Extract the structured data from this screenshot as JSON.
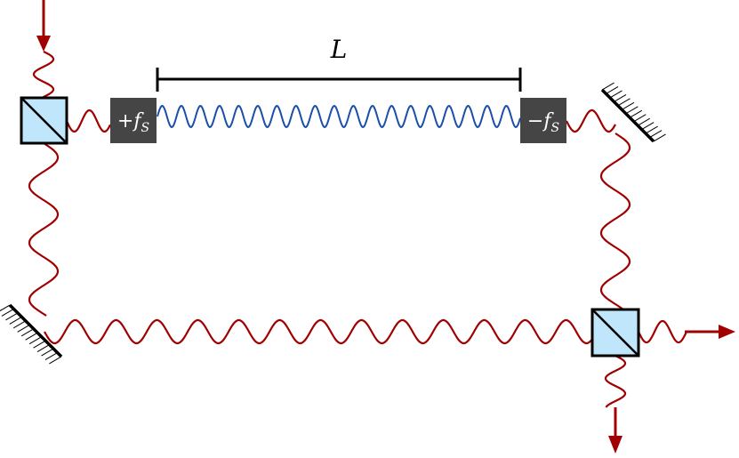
{
  "diagram": {
    "length_label": "L",
    "modulator_left": {
      "sign": "+",
      "symbol": "f",
      "subscript": "S"
    },
    "modulator_right": {
      "sign": "−",
      "symbol": "f",
      "subscript": "S"
    }
  },
  "colors": {
    "red_wave": "#a00000",
    "blue_wave": "#1a4fa8",
    "modulator_fill": "#454545",
    "beamsplitter_fill": "#bfe6fa",
    "ink": "#000000"
  }
}
